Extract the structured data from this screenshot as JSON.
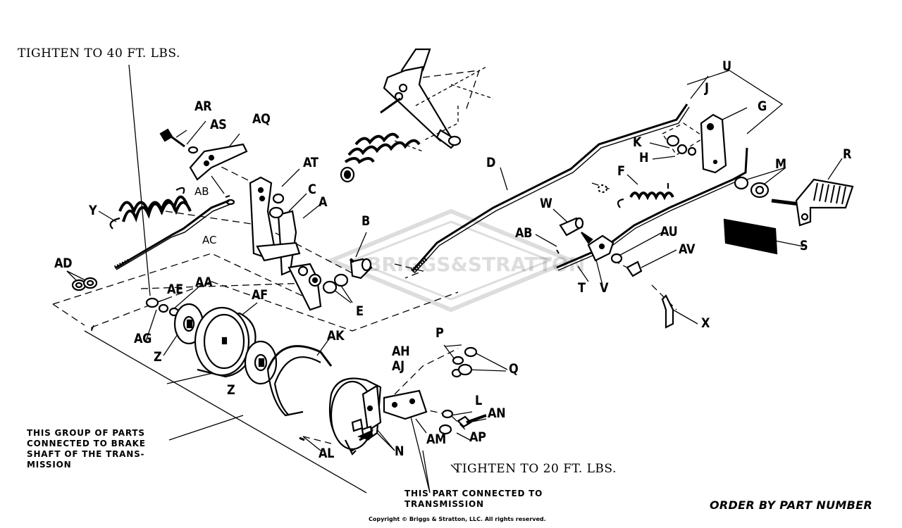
{
  "notes": {
    "tighten_40": "TIGHTEN TO 40 FT. LBS.",
    "tighten_20": "TIGHTEN TO 20 FT. LBS.",
    "group_brake_shaft": "THIS GROUP OF PARTS CONNECTED TO BRAKE SHAFT OF THE TRANS- MISSION",
    "part_transmission": "THIS PART CONNECTED TO TRANSMISSION",
    "order_by": "ORDER BY PART NUMBER",
    "copyright": "Copyright © Briggs & Stratton, LLC. All rights reserved.",
    "watermark": "BRIGGS&STRATTON"
  },
  "labels": {
    "AR": "AR",
    "AS": "AS",
    "AQ": "AQ",
    "AT": "AT",
    "C": "C",
    "A": "A",
    "B": "B",
    "E": "E",
    "AB_left": "AB",
    "AC": "AC",
    "Y": "Y",
    "AD": "AD",
    "AE": "AE",
    "AA": "AA",
    "AF": "AF",
    "AG": "AG",
    "Z_top": "Z",
    "Z_bottom": "Z",
    "AK": "AK",
    "AH": "AH",
    "AJ": "AJ",
    "P": "P",
    "Q": "Q",
    "L": "L",
    "AN": "AN",
    "AM": "AM",
    "AP": "AP",
    "N": "N",
    "AL": "AL",
    "D": "D",
    "U": "U",
    "J": "J",
    "G": "G",
    "K": "K",
    "H": "H",
    "F": "F",
    "R": "R",
    "M": "M",
    "W": "W",
    "AB_right": "AB",
    "AU": "AU",
    "AV": "AV",
    "S": "S",
    "T": "T",
    "V": "V",
    "X": "X"
  }
}
